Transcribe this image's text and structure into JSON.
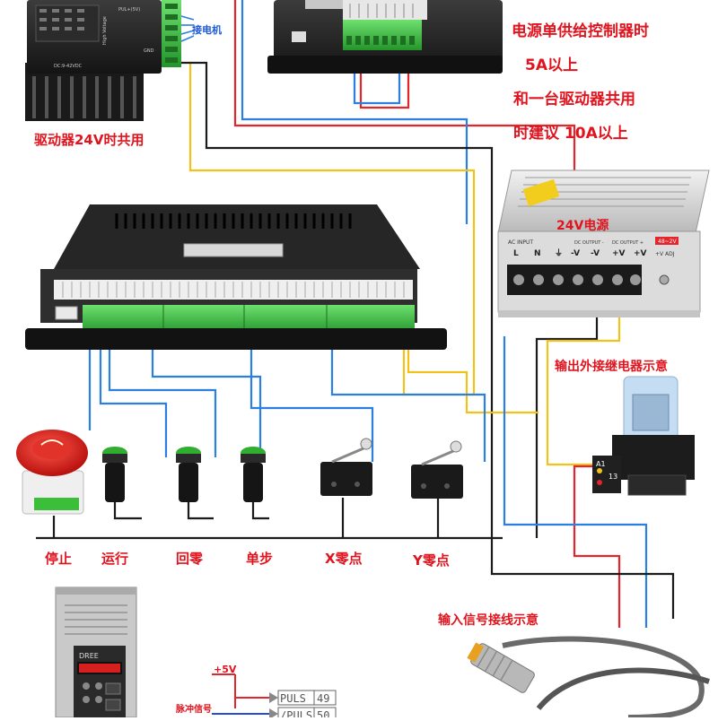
{
  "labels": {
    "driver_shared_24v": "驱动器24V时共用",
    "connect_motor": "接电机",
    "power_24v": "24V电源",
    "relay_example": "输出外接继电器示意",
    "input_signal_example": "输入信号接线示意",
    "plus_5v": "+5V",
    "pulse_signal": "脉冲信号"
  },
  "power_note": {
    "line1": "电源单供给控制器时",
    "line2": "5A以上",
    "line3": "和一台驱动器共用",
    "line4": "时建议  10A以上"
  },
  "buttons": [
    {
      "label": "停止"
    },
    {
      "label": "运行"
    },
    {
      "label": "回零"
    },
    {
      "label": "单步"
    },
    {
      "label": "X零点"
    },
    {
      "label": "Y零点"
    }
  ],
  "stepper_driver": {
    "silk_pul": "PUL+(5V)",
    "silk_dc": "DC:9-42VDC",
    "silk_hv": "High Voltage",
    "silk_gnd": "GND"
  },
  "psu": {
    "ac_input": "AC INPUT",
    "dc_output_minus": "DC OUTPUT -",
    "dc_output_plus": "DC OUTPUT +",
    "terminals": [
      "L",
      "N",
      "⏚",
      "-V",
      "-V",
      "+V",
      "+V"
    ],
    "adj": "+V ADJ",
    "badge": "48~2V"
  },
  "relay": {
    "pin_a": "A1",
    "pin_b": "13"
  },
  "drive_bottom": {
    "brand": "DREE",
    "terminal_1": "PULS",
    "terminal_1_num": "49",
    "terminal_2": "/PULS",
    "terminal_2_num": "50"
  },
  "colors": {
    "wire_red": "#e3262b",
    "wire_blue": "#2a7fe0",
    "wire_yellow": "#f2c21a",
    "wire_black": "#1b1b1b",
    "terminal_green": "#3fc24a",
    "label_red": "#e0141e"
  }
}
